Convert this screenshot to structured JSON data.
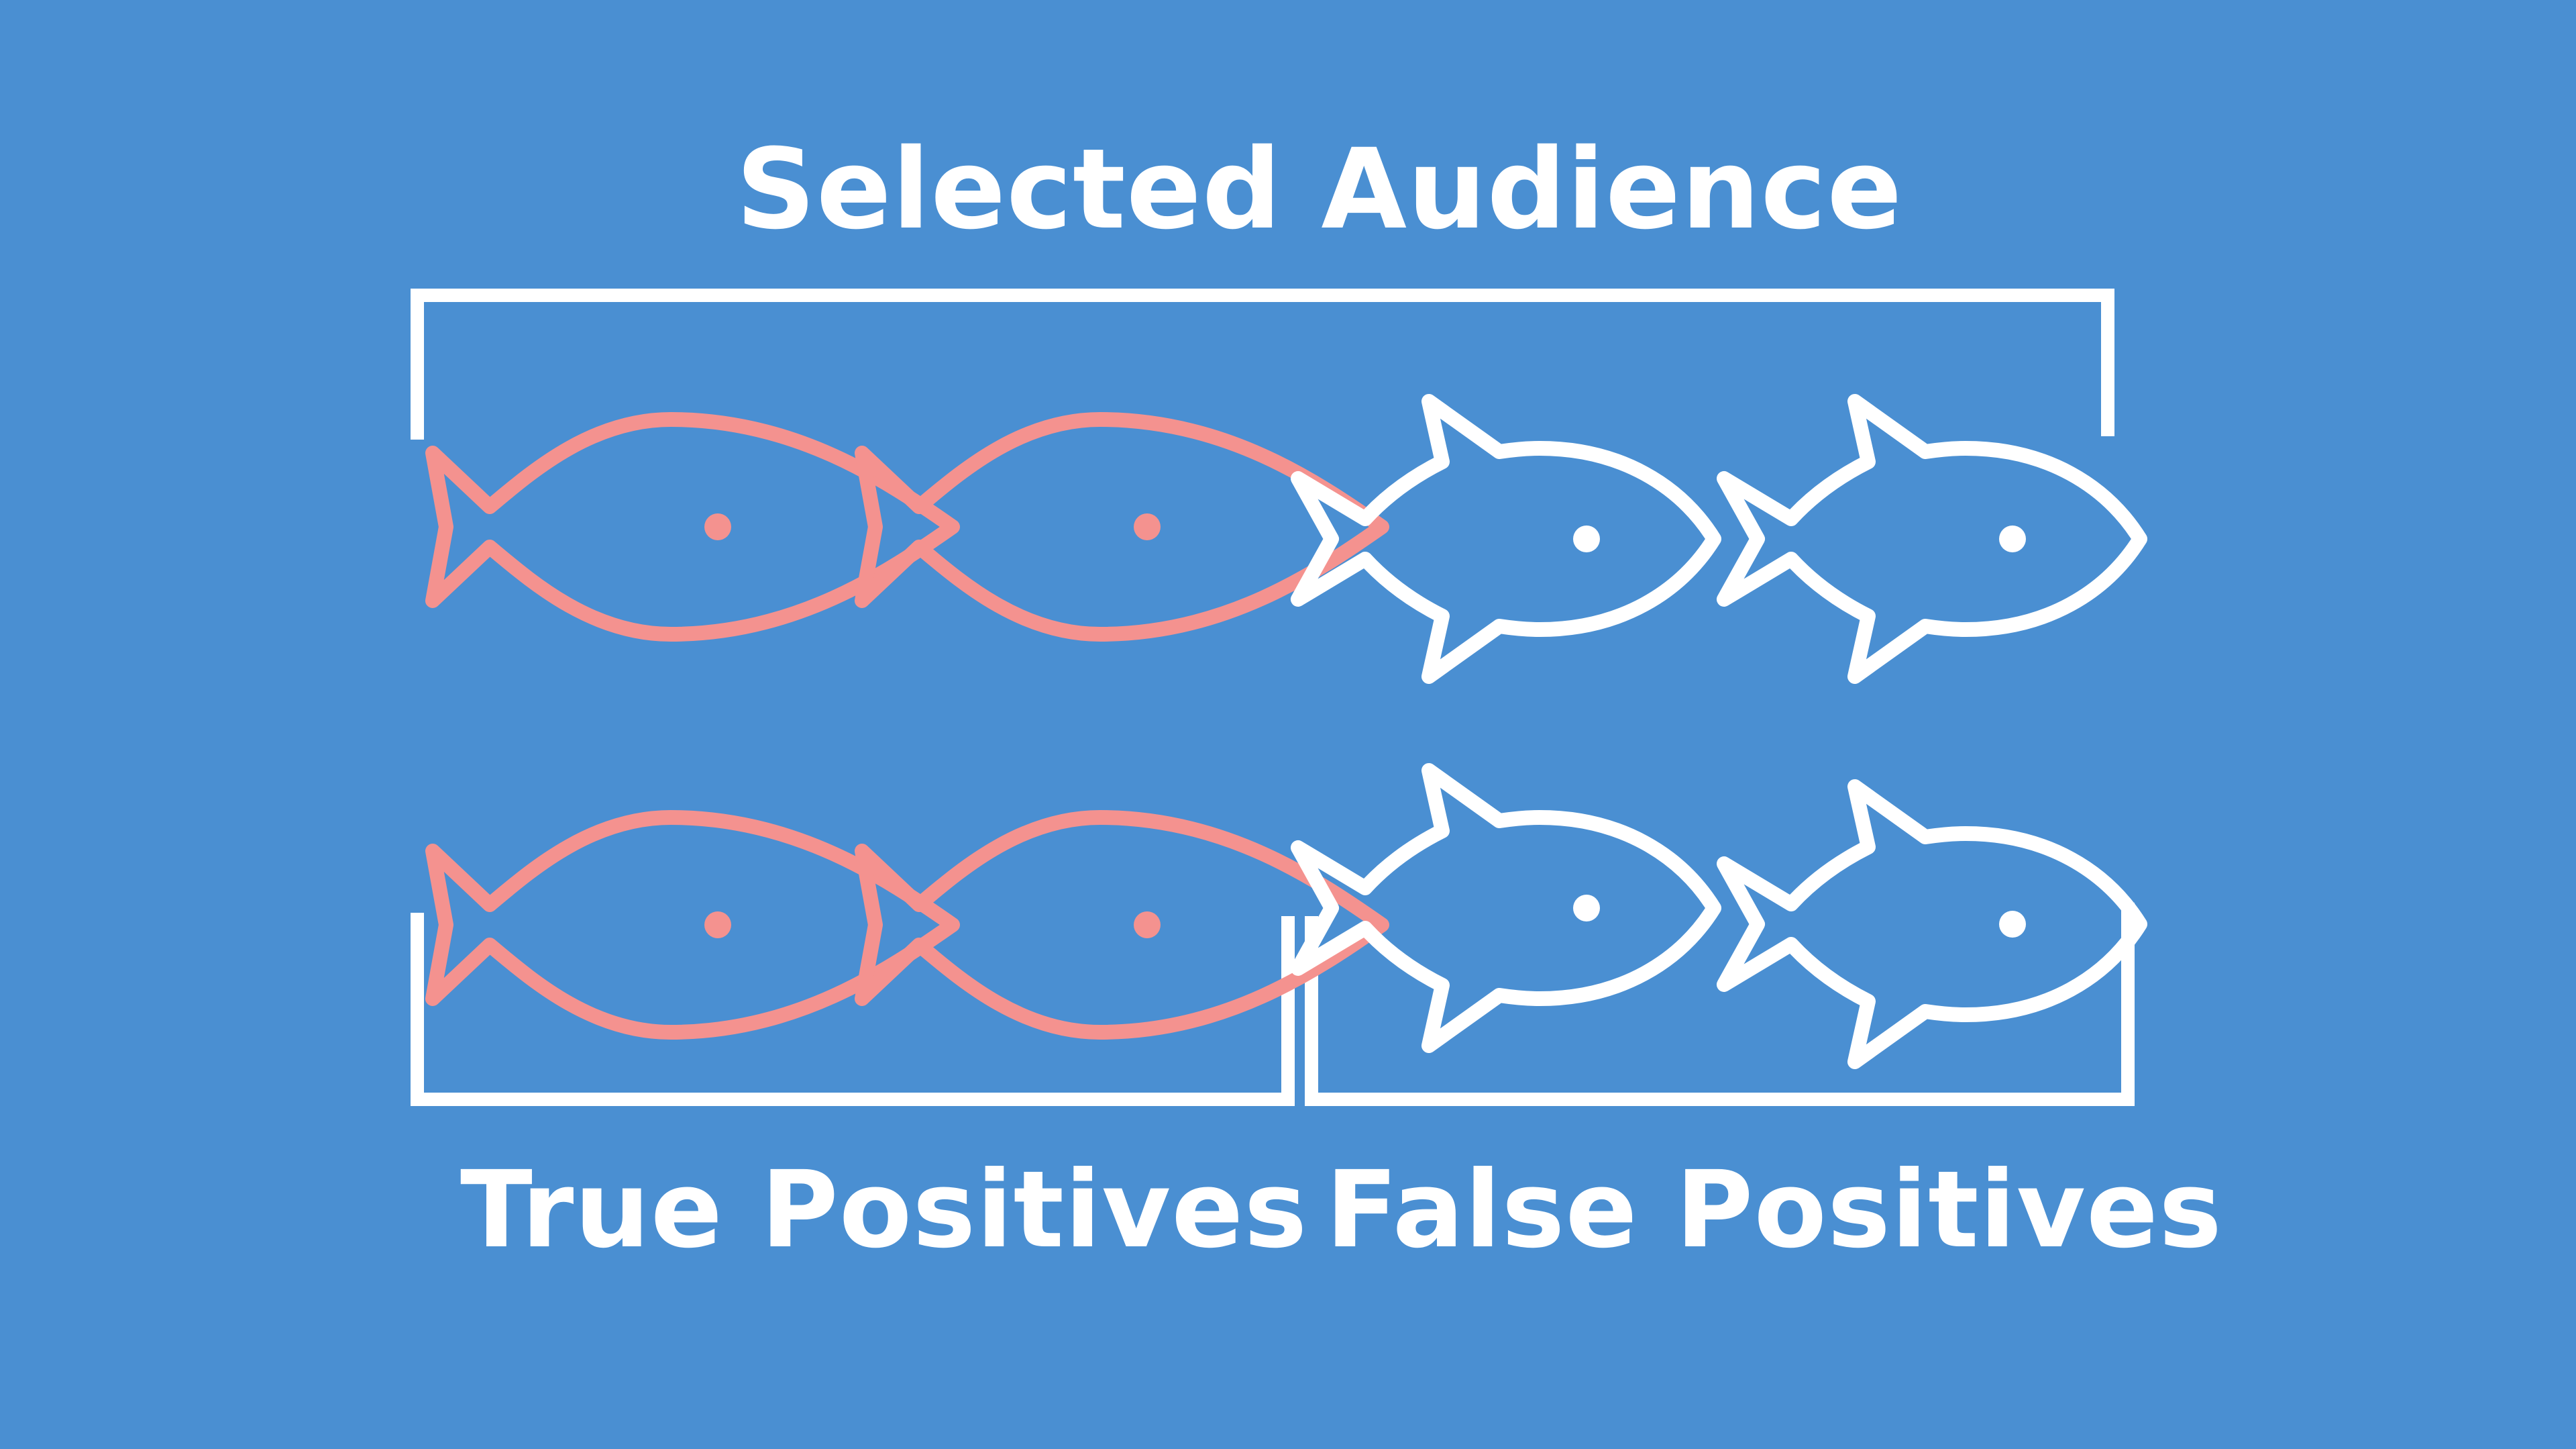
{
  "title": "Selected Audience",
  "groups": [
    {
      "label": "True Positives",
      "color": "#f4928f",
      "count": 4
    },
    {
      "label": "False Positives",
      "color": "#ffffff",
      "count": 4
    }
  ],
  "icons": {
    "true_positive": "fish-outline-icon",
    "false_positive": "fish-with-fins-icon"
  },
  "colors": {
    "background": "#4a8fd2",
    "bracket": "#ffffff",
    "text": "#ffffff"
  }
}
